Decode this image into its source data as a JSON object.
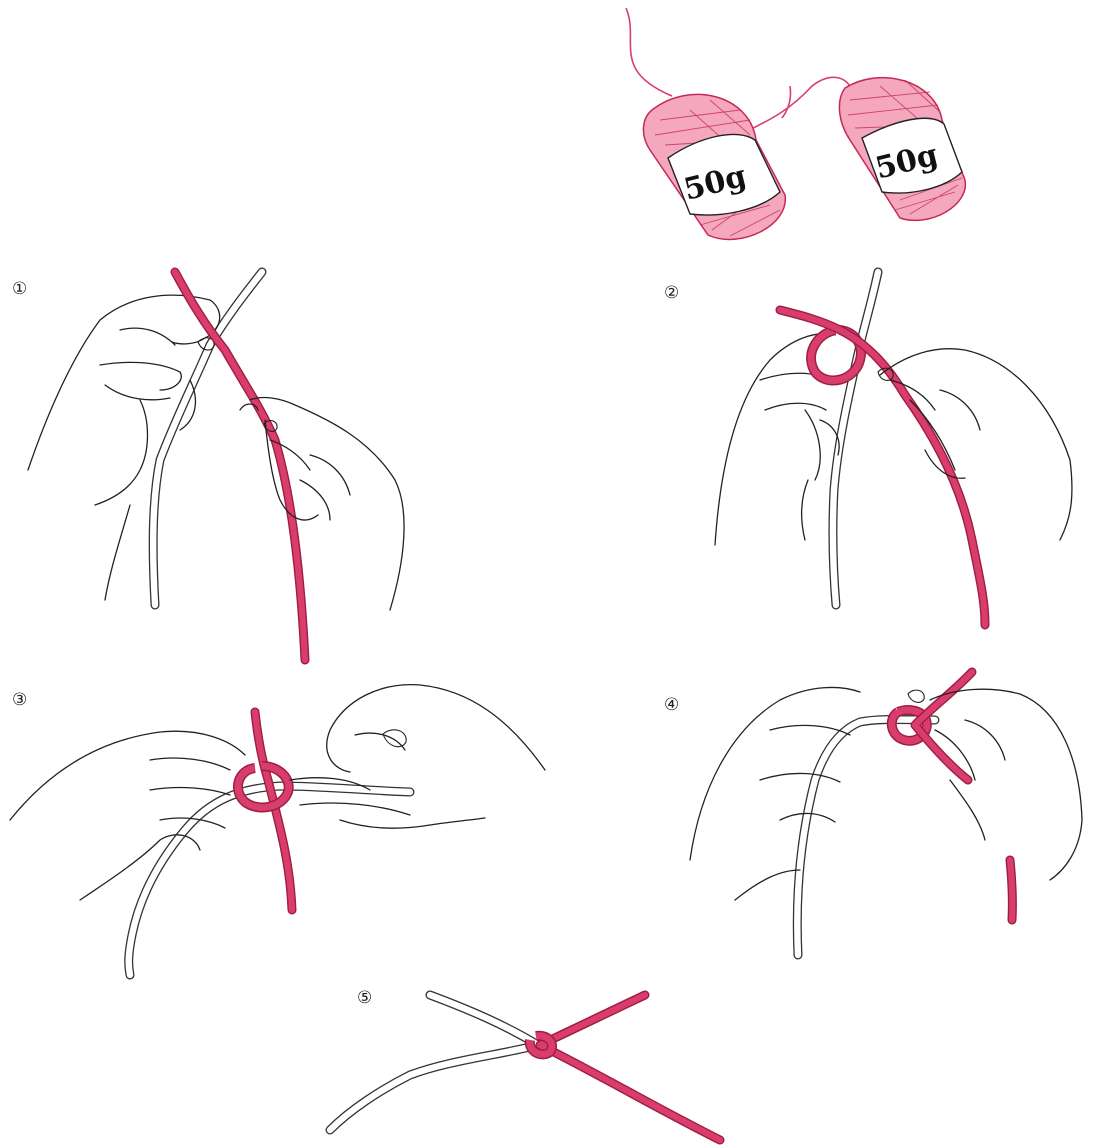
{
  "yarn_balls": {
    "left_label": "50g",
    "right_label": "50g",
    "yarn_color": "#d93d6b",
    "ball_color": "#f4a7bd"
  },
  "steps": [
    {
      "number": "①"
    },
    {
      "number": "②"
    },
    {
      "number": "③"
    },
    {
      "number": "④"
    },
    {
      "number": "⑤"
    }
  ],
  "colors": {
    "line": "#222222",
    "white_yarn": "#ffffff",
    "pink_yarn": "#d93d6b",
    "pink_yarn_edge": "#9e1d44"
  }
}
